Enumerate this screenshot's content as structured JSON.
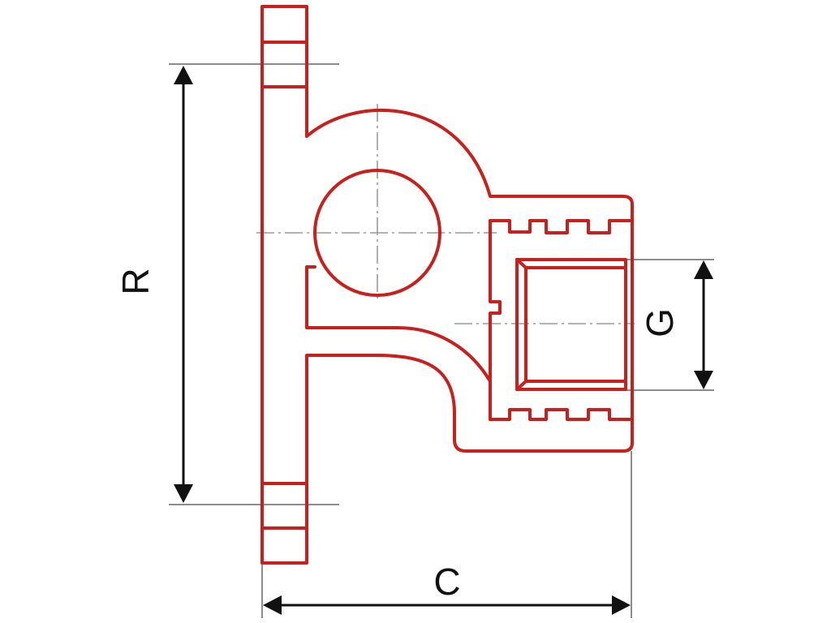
{
  "colors": {
    "outline": "#c8201c",
    "dimension": "#111111",
    "extension_line": "#8c8c8c",
    "center_line": "#9a9a9a"
  },
  "dimensions": {
    "R": {
      "label": "R"
    },
    "G": {
      "label": "G"
    },
    "C": {
      "label": "C"
    }
  }
}
